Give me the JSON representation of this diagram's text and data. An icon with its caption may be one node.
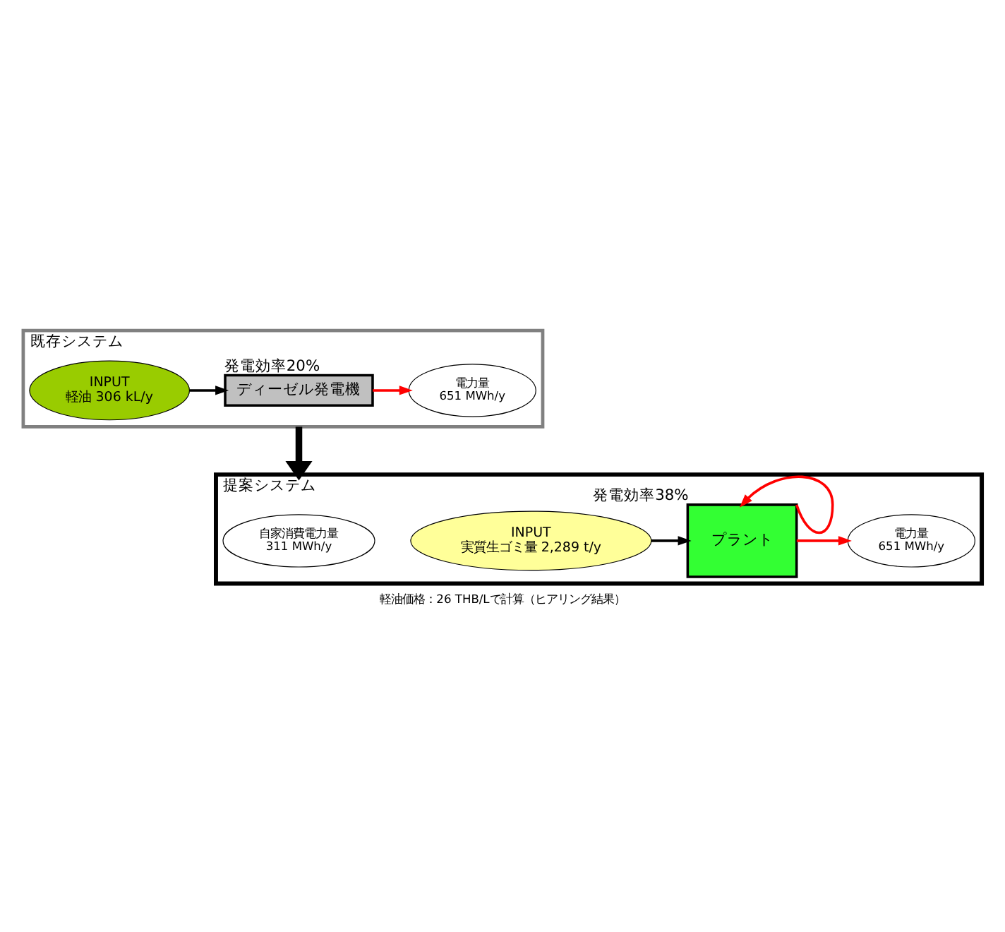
{
  "diagram": {
    "caption": "軽油価格：26 THB/Lで計算（ヒアリング結果）",
    "nodes": [
      {
        "text": [
          "既存システム"
        ]
      },
      {
        "text": [
          "INPUT",
          "軽油 306 kL/y"
        ],
        "in": 0
      },
      {
        "text": [
          "ディーゼル発電機"
        ],
        "beside": [
          "発電効率20%"
        ],
        "in": 0
      },
      {
        "text": [
          "電力量",
          "651 MWh/y"
        ],
        "in": 0
      },
      {
        "text": [
          "提案システム"
        ]
      },
      {
        "text": [
          "INPUT",
          "実質生ゴミ量 2,289 t/y"
        ],
        "in": 4
      },
      {
        "text": [
          "プラント"
        ],
        "beside": [
          "発電効率38%"
        ],
        "in": 4
      },
      {
        "text": [
          "自家消費電力量",
          "311 MWh/y"
        ],
        "in": 4
      },
      {
        "text": [
          "電力量",
          "651 MWh/y"
        ],
        "in": 4
      }
    ],
    "edges": [
      {
        "from": 0,
        "to": 4,
        "arrow": "to",
        "style": "thick",
        "color": "#000000"
      },
      {
        "from": 1,
        "to": 2,
        "arrow": "to",
        "color": "#000000"
      },
      {
        "from": 2,
        "to": 3,
        "arrow": "to",
        "color": "#ff0000"
      },
      {
        "from": 5,
        "to": 6,
        "arrow": "to",
        "color": "#000000"
      },
      {
        "from": 6,
        "to": 8,
        "arrow": "to",
        "color": "#ff0000"
      },
      {
        "from": 6,
        "to": 6,
        "arrow": "to",
        "color": "#ff0000"
      }
    ]
  }
}
